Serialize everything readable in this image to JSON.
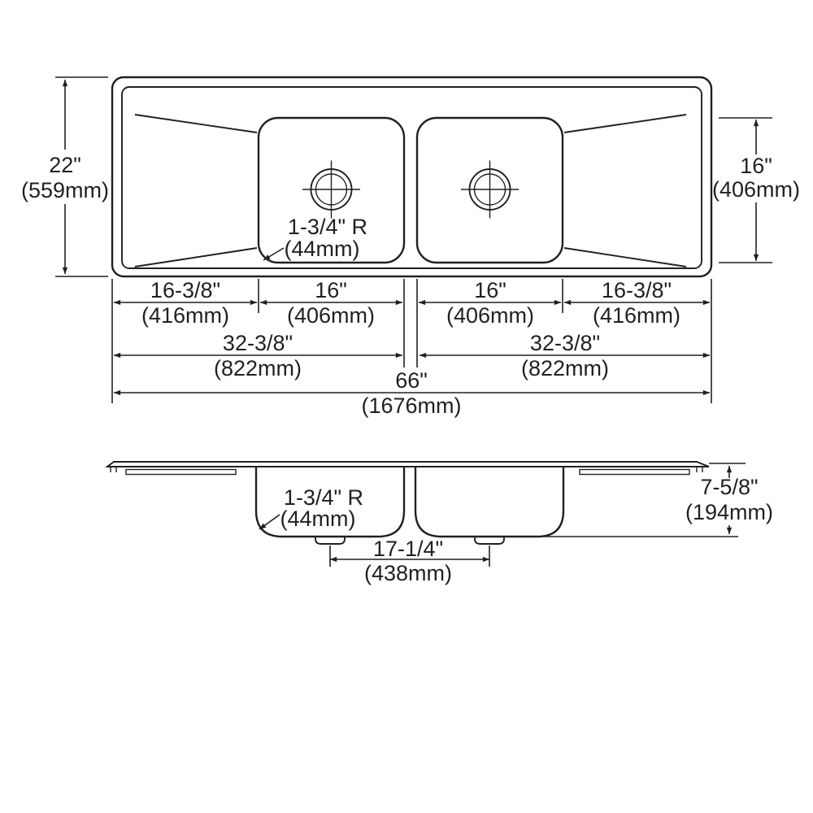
{
  "drawing": {
    "ink_color": "#231f20",
    "background_color": "#ffffff"
  },
  "top_view": {
    "overall_height": {
      "inches": "22\"",
      "mm": "(559mm)"
    },
    "bowl_front_to_back": {
      "inches": "16\"",
      "mm": "(406mm)"
    },
    "corner_radius": {
      "label": "1-3/4\" R",
      "mm": "(44mm)"
    },
    "left_drainboard_width": {
      "inches": "16-3/8\"",
      "mm": "(416mm)"
    },
    "left_bowl_width": {
      "inches": "16\"",
      "mm": "(406mm)"
    },
    "right_bowl_width": {
      "inches": "16\"",
      "mm": "(406mm)"
    },
    "right_drainboard_width": {
      "inches": "16-3/8\"",
      "mm": "(416mm)"
    },
    "left_half_width": {
      "inches": "32-3/8\"",
      "mm": "(822mm)"
    },
    "right_half_width": {
      "inches": "32-3/8\"",
      "mm": "(822mm)"
    },
    "overall_width": {
      "inches": "66\"",
      "mm": "(1676mm)"
    }
  },
  "side_view": {
    "corner_radius": {
      "label": "1-3/4\" R",
      "mm": "(44mm)"
    },
    "overall_depth": {
      "inches": "7-5/8\"",
      "mm": "(194mm)"
    },
    "drain_center_spacing": {
      "inches": "17-1/4\"",
      "mm": "(438mm)"
    }
  }
}
